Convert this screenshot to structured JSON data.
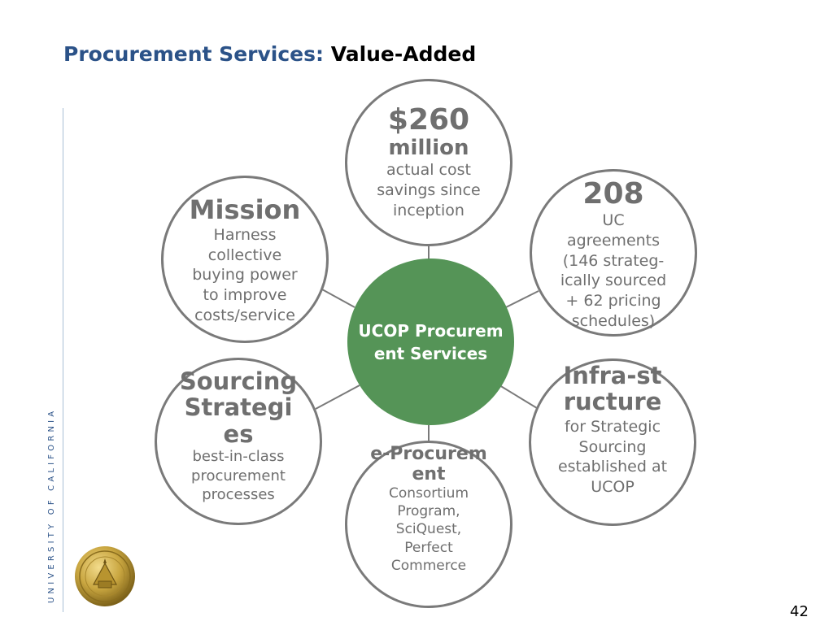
{
  "slide": {
    "title_accent": "Procurement Services:",
    "title_main": "Value-Added",
    "university_text": "UNIVERSITY OF CALIFORNIA",
    "page_number": "42"
  },
  "diagram": {
    "center": "UCOP Procurement Services",
    "nodes": [
      {
        "id": "savings",
        "heading": "$260",
        "subheading": "million",
        "body": "actual cost savings since inception"
      },
      {
        "id": "agreements",
        "heading": "208",
        "body": "UC agreements (146 strateg-ically sourced + 62 pricing schedules)"
      },
      {
        "id": "infrastructure",
        "heading": "Infra-structure",
        "body": "for Strategic Sourcing established at UCOP"
      },
      {
        "id": "eprocurement",
        "heading": "e-Procurement",
        "body": "Consortium Program, SciQuest, Perfect Commerce"
      },
      {
        "id": "sourcing",
        "heading": "Sourcing Strategies",
        "body": "best-in-class procurement processes"
      },
      {
        "id": "mission",
        "heading": "Mission",
        "body": "Harness collective buying power to improve costs/service"
      }
    ]
  },
  "colors": {
    "center_fill": "#559457",
    "title_accent": "#2b5288",
    "circle_text": "#6f6f6f",
    "circle_border": "#7a7a7a"
  }
}
